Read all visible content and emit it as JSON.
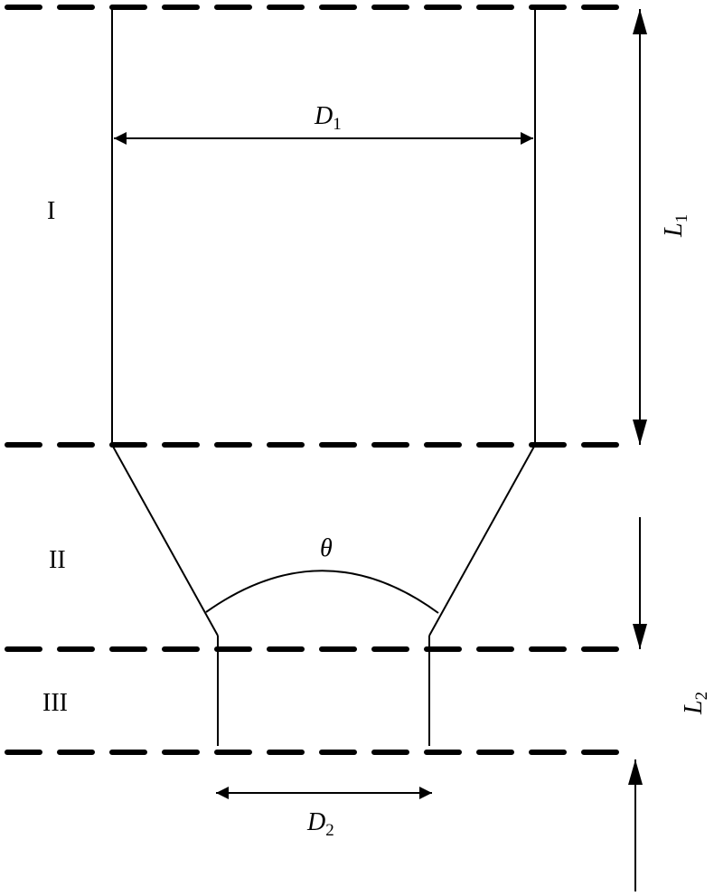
{
  "diagram": {
    "regions": [
      {
        "label": "I"
      },
      {
        "label": "II"
      },
      {
        "label": "III"
      }
    ],
    "dimensions": {
      "d1": {
        "symbol": "D",
        "subscript": "1"
      },
      "d2": {
        "symbol": "D",
        "subscript": "2"
      },
      "l1": {
        "symbol": "L",
        "subscript": "1"
      },
      "l2": {
        "symbol": "L",
        "subscript": "2"
      },
      "angle": {
        "symbol": "θ"
      }
    },
    "colors": {
      "stroke": "#000000",
      "background": "#ffffff"
    }
  }
}
